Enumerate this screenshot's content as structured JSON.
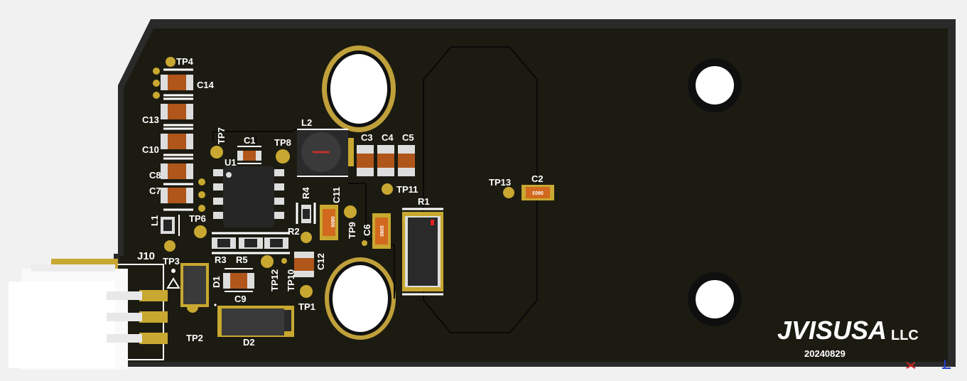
{
  "board": {
    "colors": {
      "background": "#f1f1f1",
      "board_edge": "#2a2a2a",
      "board": "#1c1b12",
      "pad": "#c8a830",
      "silk": "#ffffff",
      "cap_body": "#b0561b",
      "ic_body": "#262626",
      "outline": "#090909"
    },
    "brand_main": "JVISUSA",
    "brand_suffix": "LLC",
    "date_code": "20240829",
    "labels": {
      "tp4": "TP4",
      "c14": "C14",
      "c13": "C13",
      "c10": "C10",
      "c8": "C8",
      "c7": "C7",
      "l1": "L1",
      "tp6": "TP6",
      "tp7": "TP7",
      "c1": "C1",
      "tp8": "TP8",
      "u1": "U1",
      "l2": "L2",
      "c3": "C3",
      "c4": "C4",
      "c5": "C5",
      "r4": "R4",
      "c11": "C11",
      "tp11": "TP11",
      "r1": "R1",
      "tp9": "TP9",
      "c6": "C6",
      "r2": "R2",
      "r3": "R3",
      "r5": "R5",
      "c12": "C12",
      "j10": "J10",
      "tp3": "TP3",
      "d1": "D1",
      "c9": "C9",
      "tp12": "TP12",
      "tp10": "TP10",
      "tp1": "TP1",
      "tp2": "TP2",
      "d2": "D2",
      "tp13": "TP13",
      "c2": "C2"
    },
    "package_code": "0805",
    "c2_code": "0603"
  }
}
